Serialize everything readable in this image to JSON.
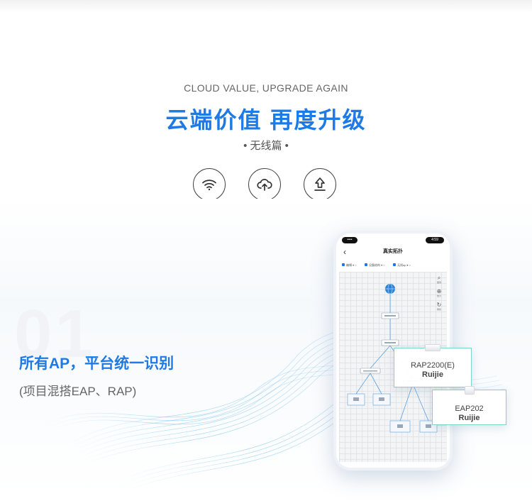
{
  "header": {
    "subtitle_en": "CLOUD VALUE, UPGRADE AGAIN",
    "title": "云端价值  再度升级",
    "chapter": "• 无线篇 •"
  },
  "feature_icons": [
    "wifi-icon",
    "cloud-upload-icon",
    "upgrade-arrow-icon"
  ],
  "section": {
    "number": "01",
    "title": "所有AP，平台统一识别",
    "description": "(项目混搭EAP、RAP)"
  },
  "phone": {
    "status_left": "••••",
    "status_right": "4:59",
    "back": "‹",
    "title": "真实拓扑",
    "filters": [
      "编辑 ▾ ○",
      "设备结构 ▾ ○",
      "无线ap ▾ ○"
    ],
    "tools": [
      {
        "icon": "tag-icon",
        "glyph": "⌕",
        "label": "图例"
      },
      {
        "icon": "zoom-icon",
        "glyph": "⊕",
        "label": "放大"
      },
      {
        "icon": "refresh-icon",
        "glyph": "↻",
        "label": "刷新"
      }
    ]
  },
  "callouts": [
    {
      "model": "RAP2200(E)",
      "brand": "Ruijie"
    },
    {
      "model": "EAP202",
      "brand": "Ruijie"
    }
  ],
  "colors": {
    "accent": "#1e7be6",
    "callout_border": "#7cd3cf"
  }
}
